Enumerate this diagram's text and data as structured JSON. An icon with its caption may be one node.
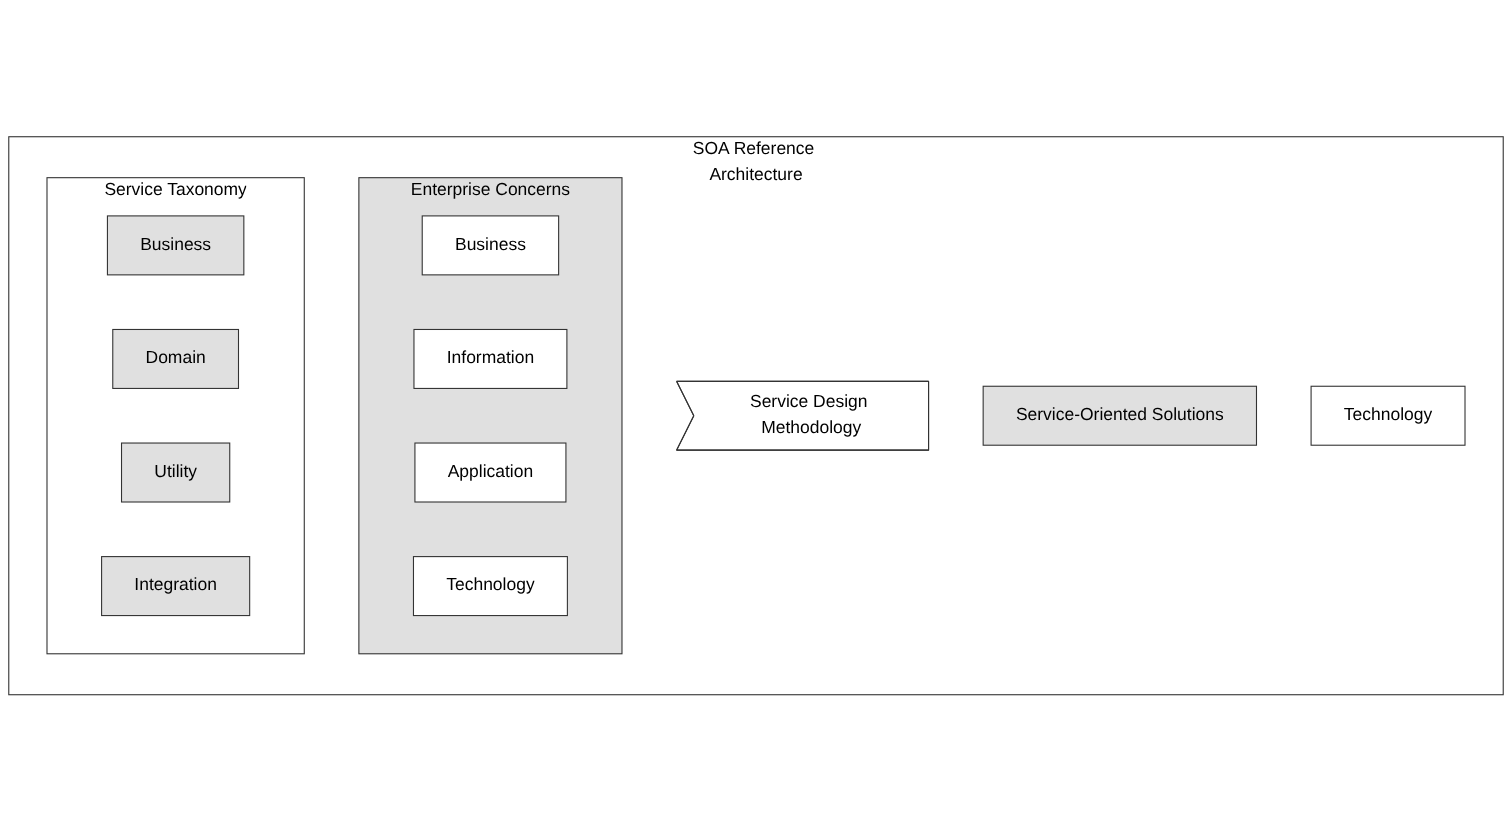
{
  "diagram": {
    "nodes": [
      {
        "text": [
          "SOA Reference Architecture"
        ]
      },
      {
        "text": [
          "Enterprise Concerns"
        ],
        "in": 0
      },
      {
        "text": [
          "Business"
        ],
        "in": 1
      },
      {
        "text": [
          "Information"
        ],
        "in": 1
      },
      {
        "text": [
          "Application"
        ],
        "in": 1
      },
      {
        "text": [
          "Technology"
        ],
        "in": 1
      },
      {
        "text": [
          "Service Taxonomy"
        ],
        "in": 0
      },
      {
        "text": [
          "Business"
        ],
        "in": 6
      },
      {
        "text": [
          "Domain"
        ],
        "in": 6
      },
      {
        "text": [
          "Utility"
        ],
        "in": 6
      },
      {
        "text": [
          "Integration"
        ],
        "in": 6
      },
      {
        "text": [
          "Service Design Methodology"
        ],
        "in": 0
      },
      {
        "text": [
          "Service-Oriented Solutions"
        ],
        "in": 0
      },
      {
        "text": [
          "Technology"
        ],
        "in": 0
      }
    ]
  }
}
